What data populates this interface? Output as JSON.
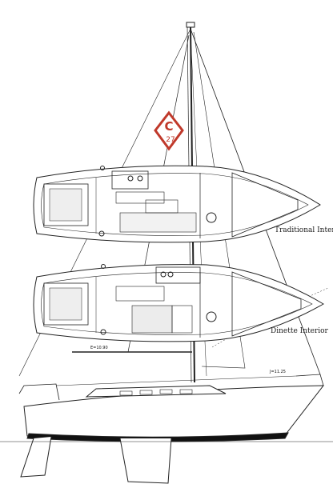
{
  "labels": {
    "traditional": "Traditional Interior",
    "dinette": "Dinette Interior"
  },
  "dimensions": {
    "e": "E=10.90",
    "j": "J=11.25"
  },
  "logo": {
    "letter": "C",
    "number": "27",
    "color": "#c0392b"
  },
  "colors": {
    "line": "#222222",
    "hull_stripe": "#111111",
    "background": "#ffffff"
  }
}
